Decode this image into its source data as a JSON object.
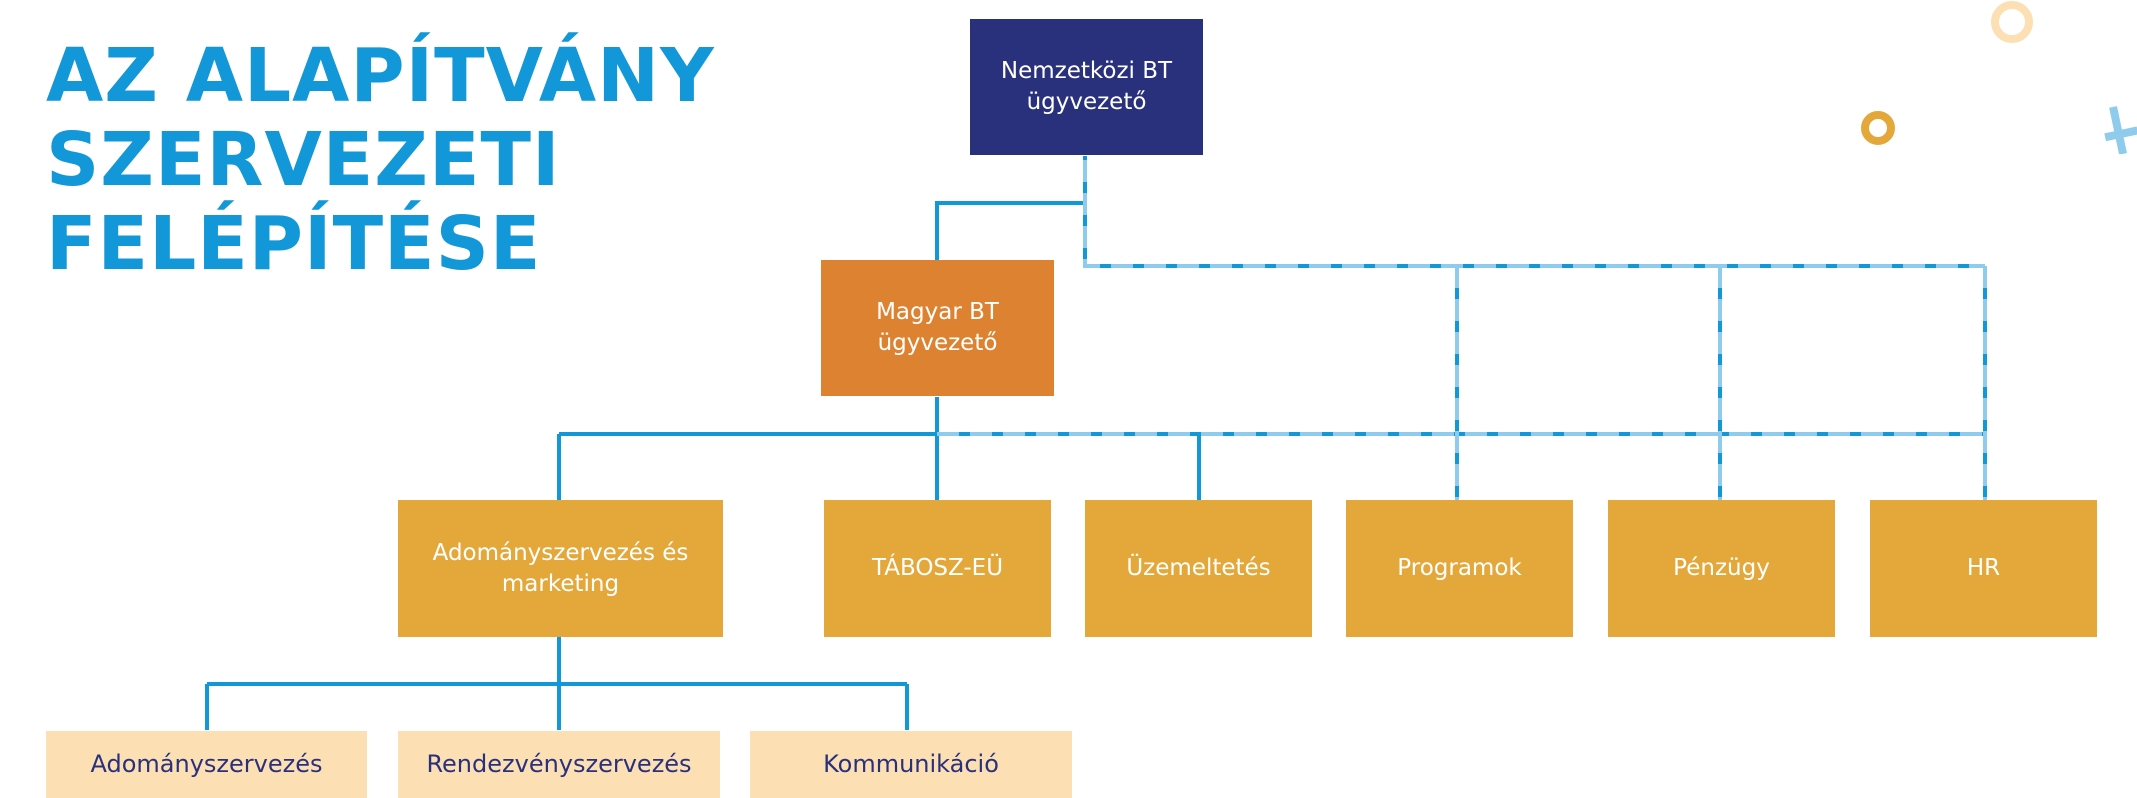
{
  "title": {
    "line1": "AZ ALAPÍTVÁNY",
    "line2": "SZERVEZETI",
    "line3": "FELÉPÍTÉSE"
  },
  "org": {
    "top": "Nemzetközi BT ügyvezető",
    "mid": "Magyar BT ügyvezető",
    "departments": [
      "Adományszervezés és marketing",
      "TÁBOSZ-EÜ",
      "Üzemeltetés",
      "Programok",
      "Pénzügy",
      "HR"
    ],
    "subunits": [
      "Adományszervezés",
      "Rendezvényszervezés",
      "Kommunikáció"
    ]
  },
  "colors": {
    "title": "#1297d8",
    "top_box": "#2a317c",
    "mid_box": "#dd8230",
    "department_box": "#e4a73a",
    "subunit_box": "#fcdfb3",
    "solid_line": "#1297d8",
    "dashed_line": "#8fcbec"
  },
  "icons": [
    "ring-icon",
    "ring-icon",
    "plus-icon"
  ]
}
